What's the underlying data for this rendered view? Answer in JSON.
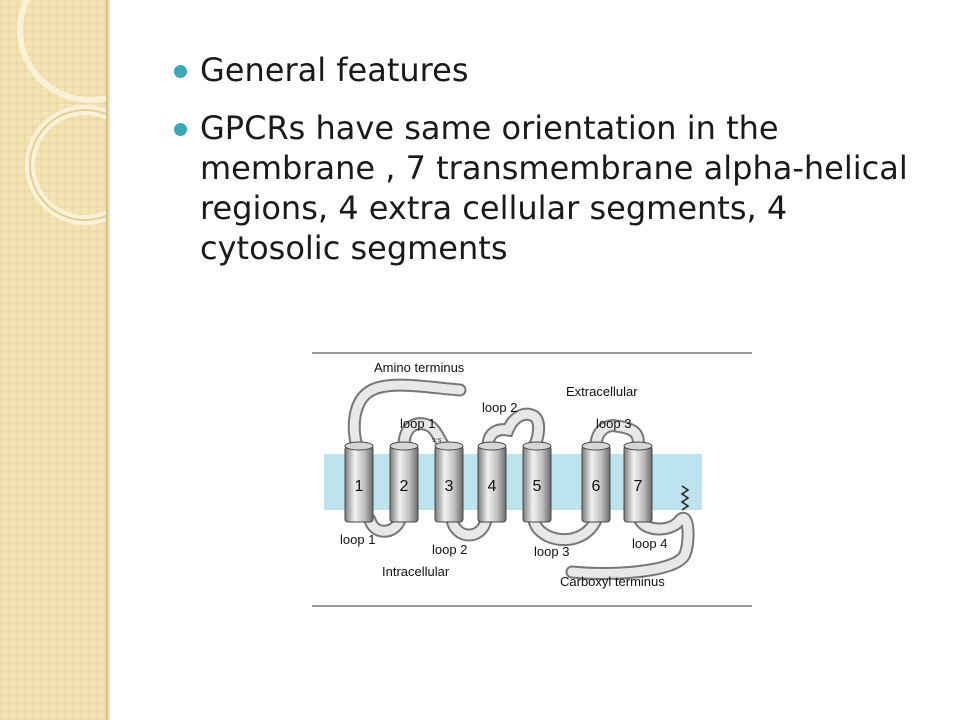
{
  "bullets": [
    {
      "text": "General features"
    },
    {
      "text": "GPCRs have same orientation in the membrane , 7 transmembrane alpha-helical regions, 4 extra cellular segments, 4 cytosolic segments"
    }
  ],
  "figure": {
    "amino_terminus": "Amino terminus",
    "extracellular": "Extracellular",
    "intracellular": "Intracellular",
    "carboxyl_terminus": "Carboxyl terminus",
    "disulfide": "s-s",
    "extracellular_loops": [
      "loop 1",
      "loop 2",
      "loop 3"
    ],
    "intracellular_loops": [
      "loop 1",
      "loop 2",
      "loop 3",
      "loop 4"
    ],
    "helix_numbers": [
      "1",
      "2",
      "3",
      "4",
      "5",
      "6",
      "7"
    ]
  },
  "colors": {
    "accent": "#3aa8b7",
    "membrane": "#bde3ee",
    "side_panel": "#f4e3b3"
  }
}
